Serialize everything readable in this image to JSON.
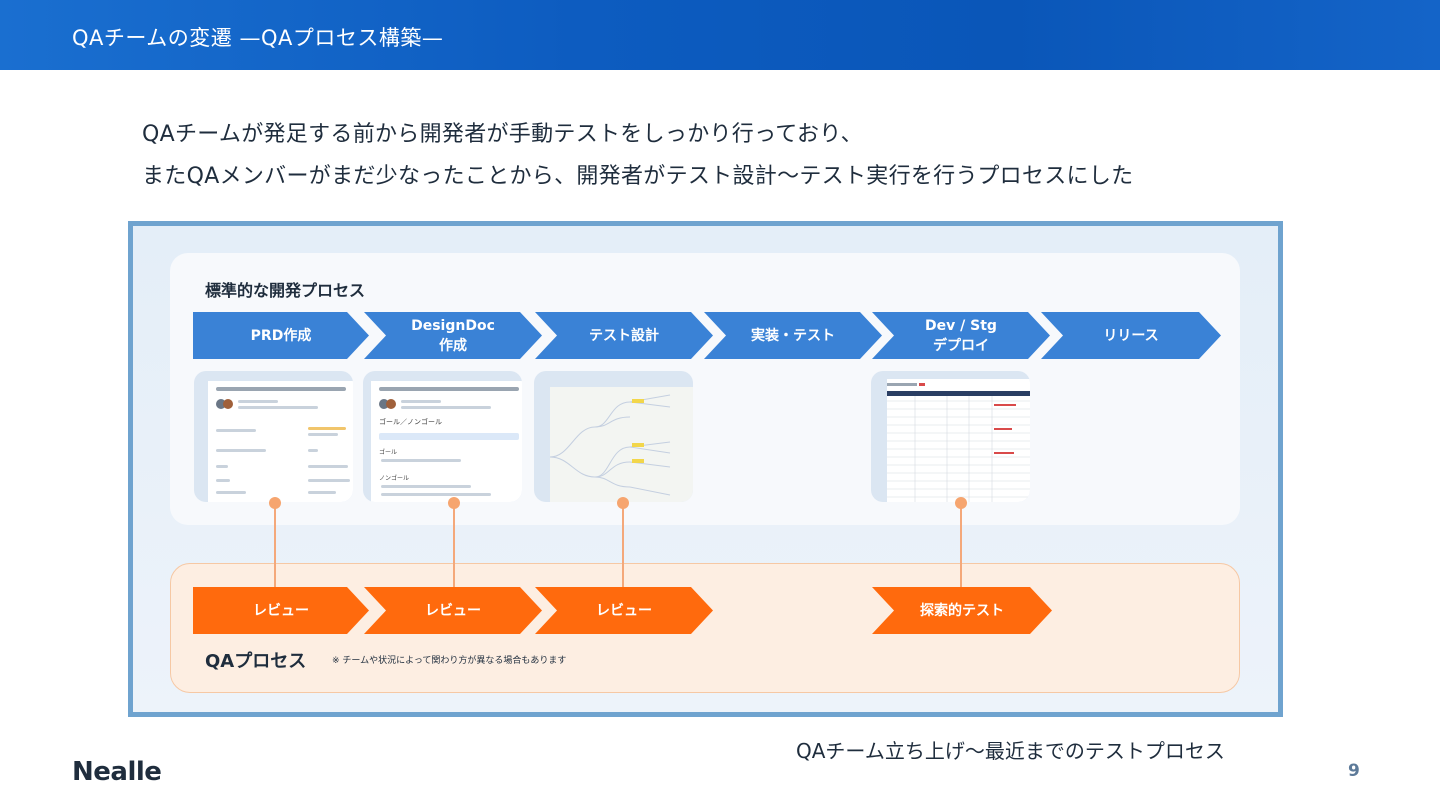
{
  "header": {
    "title": "QAチームの変遷 —QAプロセス構築—"
  },
  "lead": {
    "line1": "QAチームが発足する前から開発者が手動テストをしっかり行っており、",
    "line2": "またQAメンバーがまだ少なったことから、開発者がテスト設計〜テスト実行を行うプロセスにした"
  },
  "diagram": {
    "standard_title": "標準的な開発プロセス",
    "standard_steps": [
      "PRD作成",
      "DesignDoc\n作成",
      "テスト設計",
      "実装・テスト",
      "Dev / Stg\nデプロイ",
      "リリース"
    ],
    "qa_title": "QAプロセス",
    "qa_note": "※ チームや状況によって関わり方が異なる場合もあります",
    "qa_steps": [
      "レビュー",
      "レビュー",
      "レビュー",
      "探索的テスト"
    ],
    "thumb_doc2": {
      "heading1": "ゴール／ノンゴール",
      "heading2": "ゴール",
      "heading3": "ノンゴール"
    },
    "colors": {
      "blue": "#3a82d6",
      "orange": "#ff6a0d",
      "connector": "#f4a87a"
    }
  },
  "caption": "QAチーム立ち上げ〜最近までのテストプロセス",
  "footer": {
    "logo": "Nealle",
    "page": "9"
  }
}
